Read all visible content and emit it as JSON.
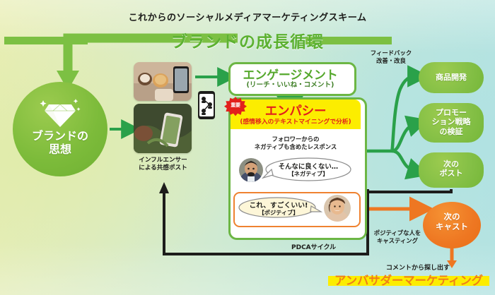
{
  "header": {
    "subtitle": "これからのソーシャルメディアマーケティングスキーム",
    "main_title": "ブランドの成長循環"
  },
  "brand": {
    "label": "ブランドの\n思想",
    "line1": "ブランドの",
    "line2": "思想",
    "icon": "diamond-icon"
  },
  "influencer": {
    "caption_line1": "インフルエンサー",
    "caption_line2": "による共感ポスト",
    "photo_top_alt": "coffee-and-pastries-with-phone-photo",
    "photo_bottom_alt": "hand-holding-phone-with-plants-photo",
    "node_icon": "phone-network-icon"
  },
  "engagement": {
    "title": "エンゲージメント",
    "subtitle": "(リーチ・いいね・コメント)"
  },
  "empathy": {
    "badge": "重要",
    "title": "エンパシー",
    "subtitle": "(感情移入のテキストマイニングで分析)",
    "response_caption_line1": "フォロワーからの",
    "response_caption_line2": "ネガティブも含めたレスポンス",
    "negative": {
      "quote": "そんなに良くない…",
      "tag": "【ネガティブ】",
      "photo_alt": "man-thinking-photo"
    },
    "positive": {
      "quote": "これ、すごくいい!",
      "tag": "【ポジティブ】",
      "photo_alt": "smiling-woman-photo"
    }
  },
  "pdca": {
    "label": "PDCAサイクル"
  },
  "feedback": {
    "line1": "フィードバック",
    "line2": "改善・改良"
  },
  "outcomes": [
    {
      "label": "商品開発",
      "lines": [
        "商品開発"
      ]
    },
    {
      "label": "プロモーション戦略の検証",
      "lines": [
        "プロモー",
        "ション戦略",
        "の検証"
      ]
    },
    {
      "label": "次のポスト",
      "lines": [
        "次の",
        "ポスト"
      ]
    }
  ],
  "cast": {
    "line1": "次の",
    "line2": "キャスト",
    "casting_caption_line1": "ポジティブな人を",
    "casting_caption_line2": "キャスティング"
  },
  "ambassador": {
    "caption": "コメントから探し出す",
    "title": "アンバサダーマーケティング"
  },
  "colors": {
    "brand_green": "#7cbb3a",
    "accent_green": "#6cb644",
    "arrow_green": "#2aa14a",
    "empathy_yellow": "#fced00",
    "empathy_red": "#e2201c",
    "orange": "#ee7722",
    "ambassador_orange": "#ef7f1a",
    "loop_black": "#1d1d1b"
  }
}
